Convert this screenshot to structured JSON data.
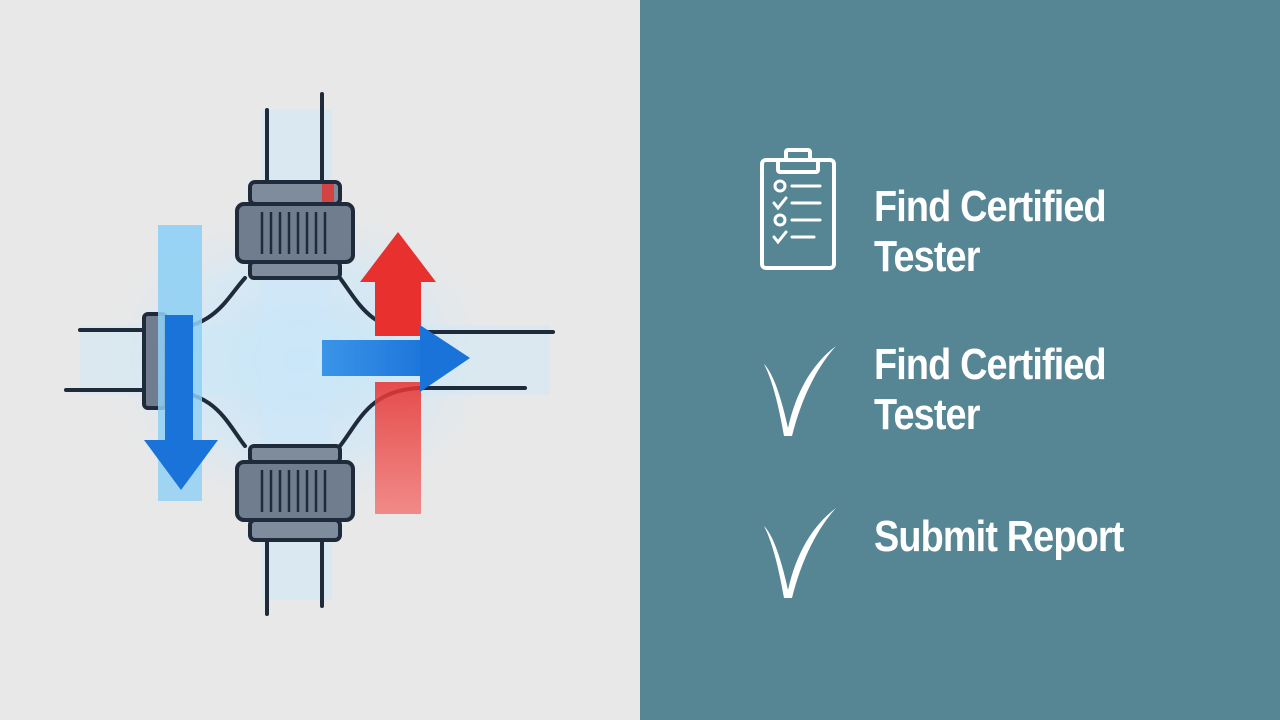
{
  "colors": {
    "left_background": "#e8e8e8",
    "right_background": "#568594",
    "flow_blue": "#1a73d9",
    "flow_red": "#e8312e",
    "pipe_dark": "#1f2a3a",
    "fitting_gray": "#6f7d8e",
    "text_white": "#ffffff"
  },
  "diagram": {
    "icon": "backflow-preventer-diagram-icon",
    "arrows": [
      {
        "name": "down-flow-arrow-icon",
        "color": "#1a73d9",
        "direction": "down"
      },
      {
        "name": "right-flow-arrow-icon",
        "color": "#1a73d9",
        "direction": "right"
      },
      {
        "name": "up-flow-arrow-icon",
        "color": "#e8312e",
        "direction": "up"
      }
    ]
  },
  "steps": [
    {
      "icon": "clipboard-checklist-icon",
      "line1": "Find Certified",
      "line2": "Tester"
    },
    {
      "icon": "checkmark-icon",
      "line1": "Find Certified",
      "line2": "Tester"
    },
    {
      "icon": "checkmark-icon",
      "line1": "Submit Report",
      "line2": ""
    }
  ]
}
